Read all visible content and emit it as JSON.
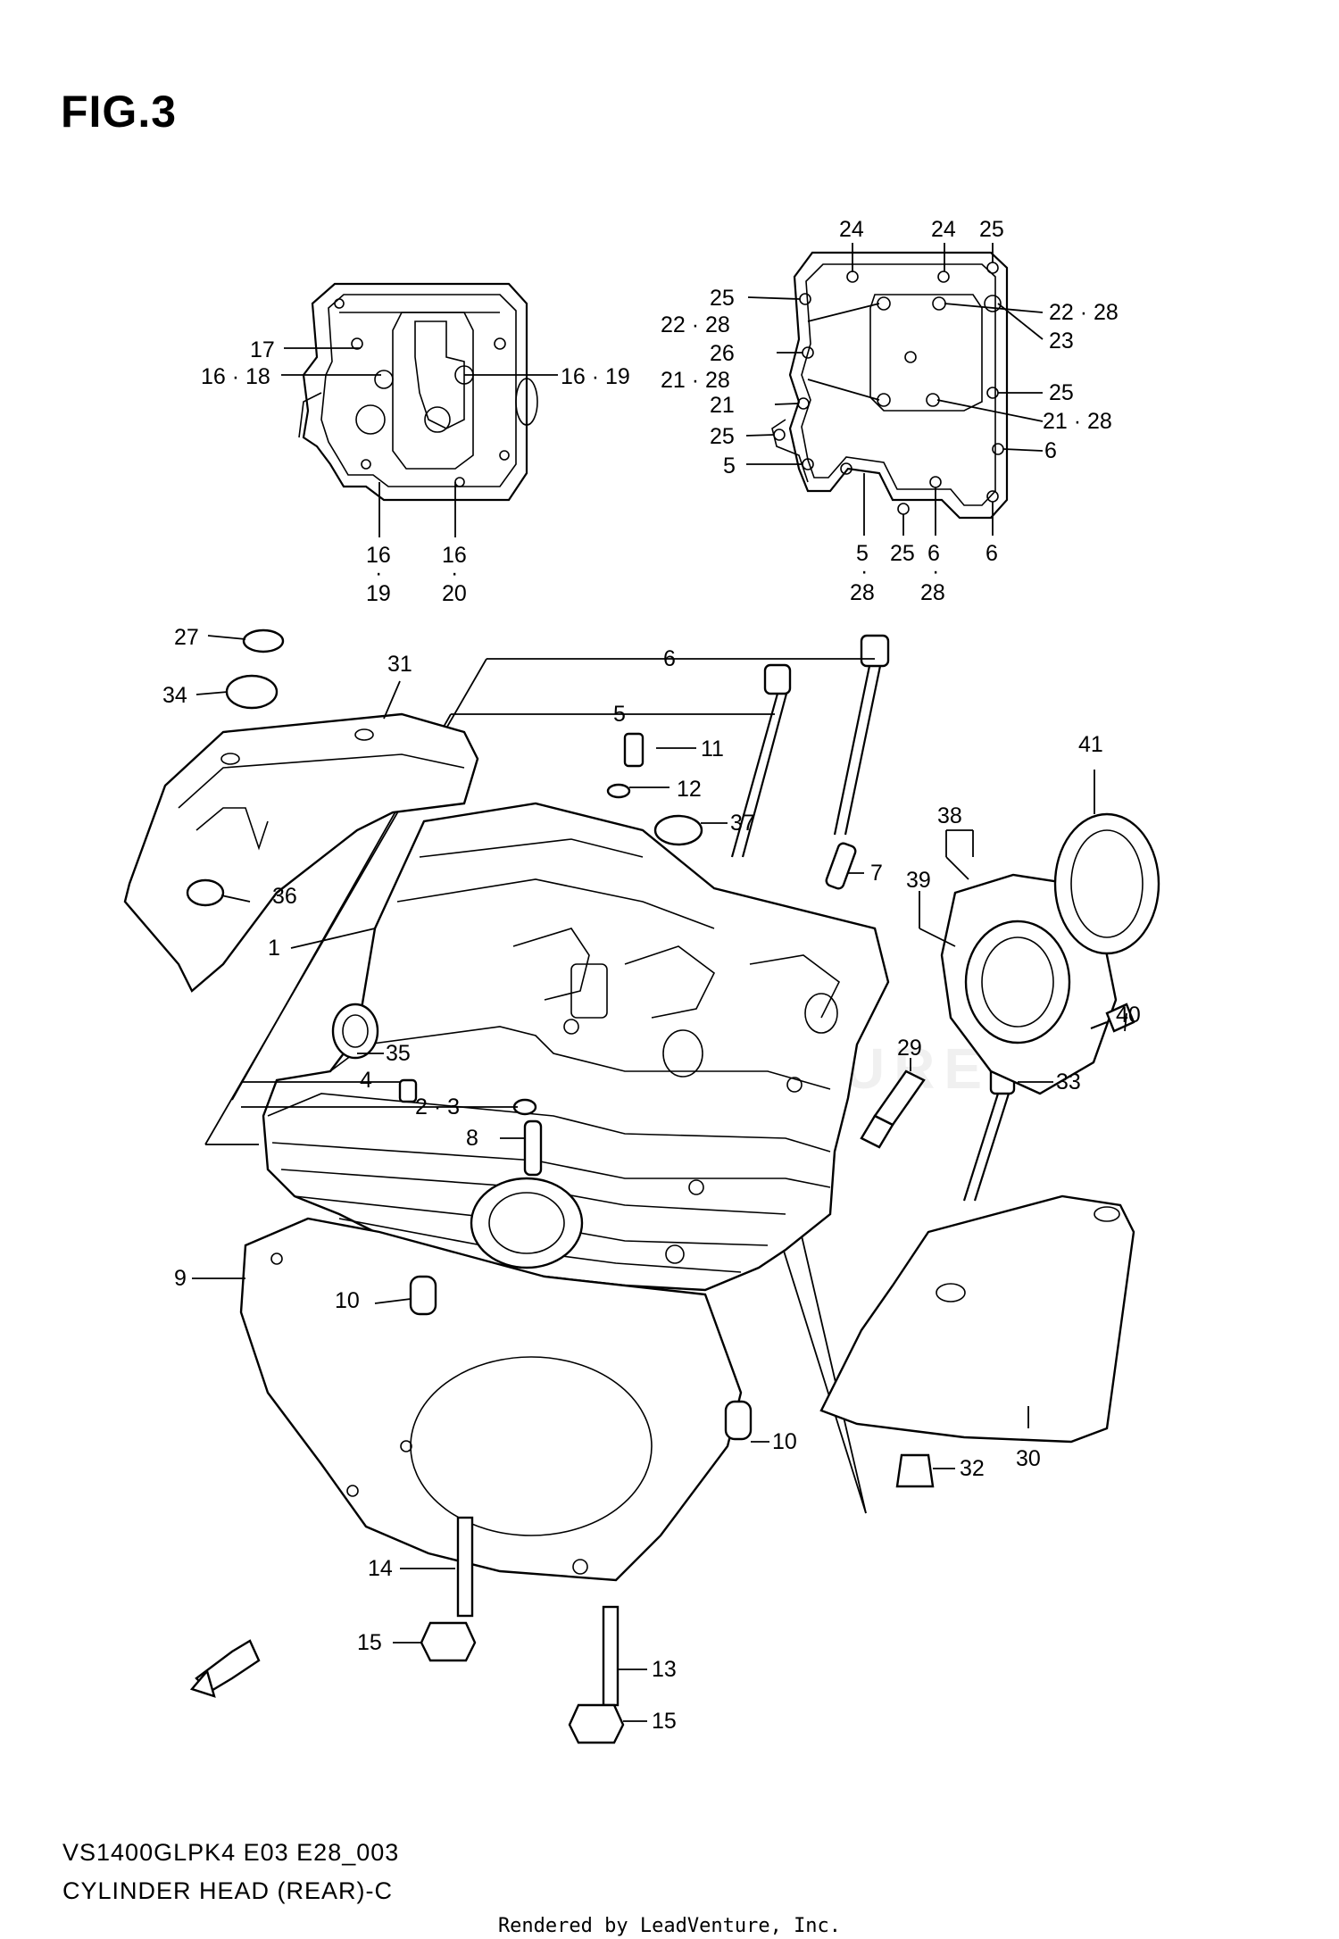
{
  "figure": {
    "title": "FIG.3",
    "model_code": "VS1400GLPK4 E03 E28_003",
    "caption": "CYLINDER HEAD (REAR)-C",
    "watermark": "LEADVENTURE",
    "rendered_by": "Rendered by LeadVenture, Inc."
  },
  "callouts": {
    "c1": "1",
    "c2_3": "2 · 3",
    "c4": "4",
    "c5": "5",
    "c6": "6",
    "c7": "7",
    "c8": "8",
    "c9": "9",
    "c10a": "10",
    "c10b": "10",
    "c11": "11",
    "c12": "12",
    "c13": "13",
    "c14": "14",
    "c15a": "15",
    "c15b": "15",
    "c27": "27",
    "c29": "29",
    "c30": "30",
    "c31": "31",
    "c32": "32",
    "c33": "33",
    "c34": "34",
    "c35": "35",
    "c36": "36",
    "c37": "37",
    "c38": "38",
    "c39": "39",
    "c40": "40",
    "c41": "41"
  },
  "inset_left": {
    "c17": "17",
    "c16_18": "16 · 18",
    "c16_19": "16 · 19",
    "b16a": "16",
    "b19": "19",
    "b16b": "16",
    "b20": "20",
    "dot": "·"
  },
  "inset_right": {
    "t24a": "24",
    "t24b": "24",
    "t25": "25",
    "l25a": "25",
    "l22_28": "22 · 28",
    "l26": "26",
    "l21_28": "21 · 28",
    "l21": "21",
    "l25b": "25",
    "l5": "5",
    "r22_28": "22 · 28",
    "r23": "23",
    "r25": "25",
    "r21_28": "21 · 28",
    "r6": "6",
    "b5": "5",
    "b28a": "28",
    "b25": "25",
    "b6a": "6",
    "b28b": "28",
    "b6b": "6",
    "dot": "·"
  }
}
